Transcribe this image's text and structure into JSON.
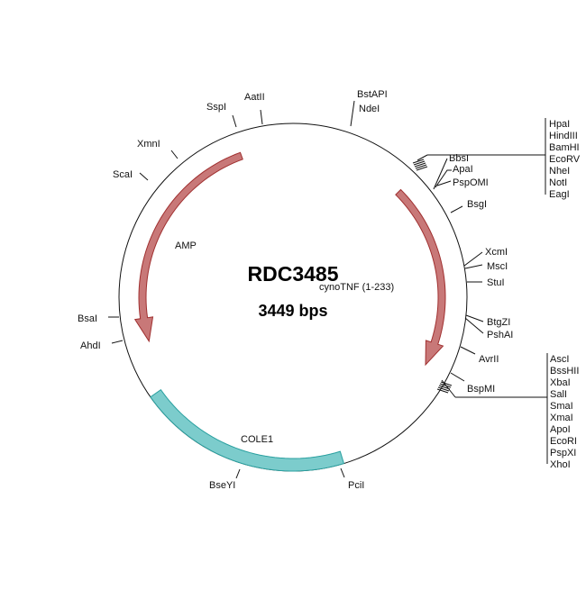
{
  "plasmid": {
    "name": "RDC3485",
    "size": "3449 bps"
  },
  "features": {
    "amp": "AMP",
    "cyno": "cynoTNF (1-233)",
    "cole1": "COLE1"
  },
  "colors": {
    "arrow_fill": "#c87878",
    "arrow_stroke": "#a03030",
    "cole1_fill": "#7ccccc",
    "cole1_stroke": "#2aa0a0"
  },
  "sites": {
    "aatii": "AatII",
    "sspi": "SspI",
    "bstapi": "BstAPI",
    "ndei": "NdeI",
    "xmni": "XmnI",
    "scai": "ScaI",
    "bbsi": "BbsI",
    "apai": "ApaI",
    "pspomi": "PspOMI",
    "bsgi": "BsgI",
    "xcmi": "XcmI",
    "msci": "MscI",
    "stui": "StuI",
    "btgzi": "BtgZI",
    "pshai": "PshAI",
    "avrii": "AvrII",
    "bspmi": "BspMI",
    "pcii": "PciI",
    "bseyi": "BseYI",
    "bsai": "BsaI",
    "ahdi": "AhdI"
  },
  "cluster_top": [
    "HpaI",
    "HindIII",
    "BamHI",
    "EcoRV",
    "NheI",
    "NotI",
    "EagI"
  ],
  "cluster_bottom": [
    "AscI",
    "BssHII",
    "XbaI",
    "SalI",
    "SmaI",
    "XmaI",
    "ApoI",
    "EcoRI",
    "PspXI",
    "XhoI"
  ]
}
